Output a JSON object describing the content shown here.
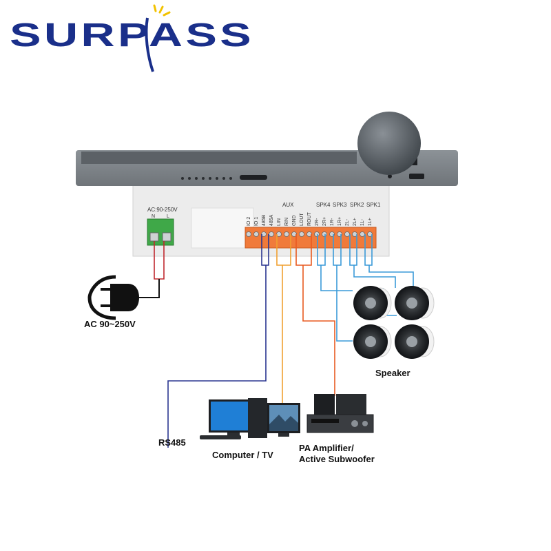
{
  "brand": {
    "name": "SURPASS",
    "color": "#1a2f8a",
    "accent": "#f2c200"
  },
  "device": {
    "power_terminal": {
      "rating": "AC:90-250V",
      "n": "N",
      "l": "L"
    },
    "aux_label": "AUX",
    "terminals": [
      "IO 2",
      "IO 1",
      "485B",
      "485A",
      "LIN",
      "RIN",
      "GND",
      "LOUT",
      "ROUT",
      "2R-",
      "2R+",
      "1R-",
      "1R+",
      "2L-",
      "2L+",
      "1L-",
      "1L+"
    ],
    "speaker_zones": [
      "SPK4",
      "SPK3",
      "SPK2",
      "SPK1"
    ]
  },
  "labels": {
    "power": "AC 90~250V",
    "speaker": "Speaker",
    "rs485": "RS485",
    "computer": "Computer / TV",
    "amp_line1": "PA  Amplifier/",
    "amp_line2": "Active Subwoofer"
  },
  "colors": {
    "power_wire": "#c0282e",
    "rs485_wire": "#2a3590",
    "aux_wire": "#f0a030",
    "line_out_wire": "#e85a20",
    "speaker_wire": "#3a9ad8",
    "terminal_block": "#f07a3a"
  }
}
